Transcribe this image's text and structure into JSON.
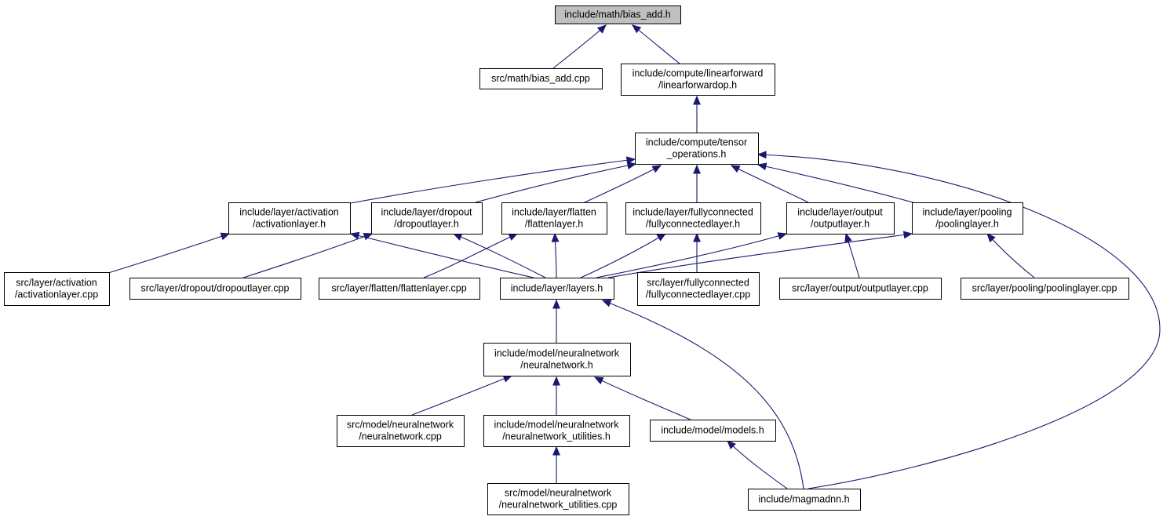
{
  "colors": {
    "edge": "#191970",
    "node_fill": "#ffffff",
    "highlight_fill": "#bfbfbf",
    "node_border": "#000000"
  },
  "nodes": [
    {
      "id": "bias_add_h",
      "lines": [
        "include/math/bias_add.h"
      ],
      "highlight": true
    },
    {
      "id": "bias_add_cpp",
      "lines": [
        "src/math/bias_add.cpp"
      ]
    },
    {
      "id": "linearforwardop_h",
      "lines": [
        "include/compute/linearforward",
        "/linearforwardop.h"
      ]
    },
    {
      "id": "tensor_operations_h",
      "lines": [
        "include/compute/tensor",
        "_operations.h"
      ]
    },
    {
      "id": "activationlayer_h",
      "lines": [
        "include/layer/activation",
        "/activationlayer.h"
      ]
    },
    {
      "id": "dropoutlayer_h",
      "lines": [
        "include/layer/dropout",
        "/dropoutlayer.h"
      ]
    },
    {
      "id": "flattenlayer_h",
      "lines": [
        "include/layer/flatten",
        "/flattenlayer.h"
      ]
    },
    {
      "id": "fullyconnectedlayer_h",
      "lines": [
        "include/layer/fullyconnected",
        "/fullyconnectedlayer.h"
      ]
    },
    {
      "id": "outputlayer_h",
      "lines": [
        "include/layer/output",
        "/outputlayer.h"
      ]
    },
    {
      "id": "poolinglayer_h",
      "lines": [
        "include/layer/pooling",
        "/poolinglayer.h"
      ]
    },
    {
      "id": "activationlayer_cpp",
      "lines": [
        "src/layer/activation",
        "/activationlayer.cpp"
      ]
    },
    {
      "id": "dropoutlayer_cpp",
      "lines": [
        "src/layer/dropout/dropoutlayer.cpp"
      ]
    },
    {
      "id": "flattenlayer_cpp",
      "lines": [
        "src/layer/flatten/flattenlayer.cpp"
      ]
    },
    {
      "id": "layers_h",
      "lines": [
        "include/layer/layers.h"
      ]
    },
    {
      "id": "fullyconnectedlayer_cpp",
      "lines": [
        "src/layer/fullyconnected",
        "/fullyconnectedlayer.cpp"
      ]
    },
    {
      "id": "outputlayer_cpp",
      "lines": [
        "src/layer/output/outputlayer.cpp"
      ]
    },
    {
      "id": "poolinglayer_cpp",
      "lines": [
        "src/layer/pooling/poolinglayer.cpp"
      ]
    },
    {
      "id": "neuralnetwork_h",
      "lines": [
        "include/model/neuralnetwork",
        "/neuralnetwork.h"
      ]
    },
    {
      "id": "neuralnetwork_cpp",
      "lines": [
        "src/model/neuralnetwork",
        "/neuralnetwork.cpp"
      ]
    },
    {
      "id": "neuralnetwork_utilities_h",
      "lines": [
        "include/model/neuralnetwork",
        "/neuralnetwork_utilities.h"
      ]
    },
    {
      "id": "models_h",
      "lines": [
        "include/model/models.h"
      ]
    },
    {
      "id": "neuralnetwork_utilities_cpp",
      "lines": [
        "src/model/neuralnetwork",
        "/neuralnetwork_utilities.cpp"
      ]
    },
    {
      "id": "magmadnn_h",
      "lines": [
        "include/magmadnn.h"
      ]
    }
  ],
  "edges": [
    {
      "from": "bias_add_cpp",
      "to": "bias_add_h"
    },
    {
      "from": "linearforwardop_h",
      "to": "bias_add_h"
    },
    {
      "from": "tensor_operations_h",
      "to": "linearforwardop_h"
    },
    {
      "from": "activationlayer_h",
      "to": "tensor_operations_h"
    },
    {
      "from": "dropoutlayer_h",
      "to": "tensor_operations_h"
    },
    {
      "from": "flattenlayer_h",
      "to": "tensor_operations_h"
    },
    {
      "from": "fullyconnectedlayer_h",
      "to": "tensor_operations_h"
    },
    {
      "from": "outputlayer_h",
      "to": "tensor_operations_h"
    },
    {
      "from": "poolinglayer_h",
      "to": "tensor_operations_h"
    },
    {
      "from": "magmadnn_h",
      "to": "tensor_operations_h"
    },
    {
      "from": "activationlayer_cpp",
      "to": "activationlayer_h"
    },
    {
      "from": "layers_h",
      "to": "activationlayer_h"
    },
    {
      "from": "dropoutlayer_cpp",
      "to": "dropoutlayer_h"
    },
    {
      "from": "layers_h",
      "to": "dropoutlayer_h"
    },
    {
      "from": "flattenlayer_cpp",
      "to": "flattenlayer_h"
    },
    {
      "from": "layers_h",
      "to": "flattenlayer_h"
    },
    {
      "from": "fullyconnectedlayer_cpp",
      "to": "fullyconnectedlayer_h"
    },
    {
      "from": "layers_h",
      "to": "fullyconnectedlayer_h"
    },
    {
      "from": "outputlayer_cpp",
      "to": "outputlayer_h"
    },
    {
      "from": "layers_h",
      "to": "outputlayer_h"
    },
    {
      "from": "poolinglayer_cpp",
      "to": "poolinglayer_h"
    },
    {
      "from": "layers_h",
      "to": "poolinglayer_h"
    },
    {
      "from": "neuralnetwork_h",
      "to": "layers_h"
    },
    {
      "from": "magmadnn_h",
      "to": "layers_h"
    },
    {
      "from": "neuralnetwork_cpp",
      "to": "neuralnetwork_h"
    },
    {
      "from": "neuralnetwork_utilities_h",
      "to": "neuralnetwork_h"
    },
    {
      "from": "models_h",
      "to": "neuralnetwork_h"
    },
    {
      "from": "neuralnetwork_utilities_cpp",
      "to": "neuralnetwork_utilities_h"
    },
    {
      "from": "magmadnn_h",
      "to": "models_h"
    }
  ]
}
